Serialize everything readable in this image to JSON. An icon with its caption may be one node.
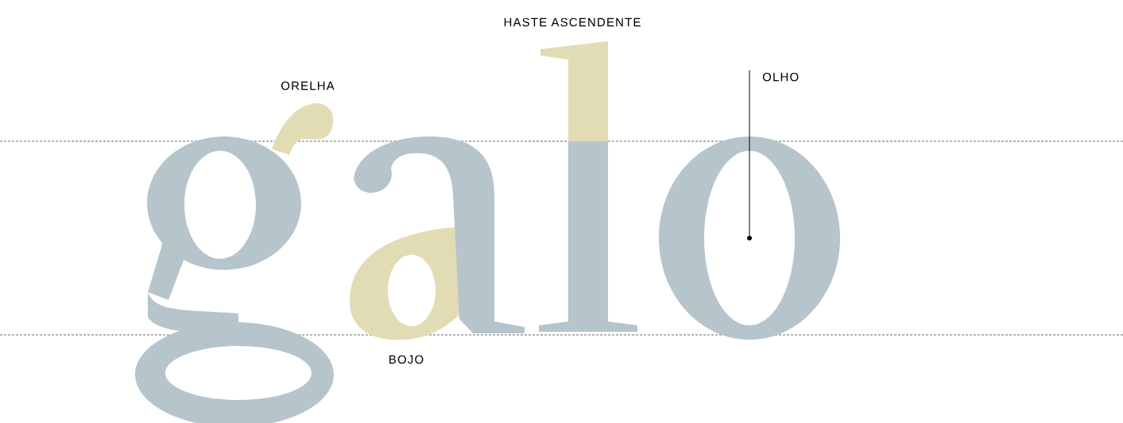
{
  "diagram": {
    "nodes": [
      {
        "text": [
          "OLHO"
        ]
      },
      {
        "text": [],
        "shape": "circle"
      }
    ],
    "edges": [
      {
        "from": 0,
        "to": 1,
        "arrow": "none"
      }
    ],
    "labels": [
      "HASTE ASCENDENTE",
      "ORELHA",
      "BOJO"
    ]
  }
}
